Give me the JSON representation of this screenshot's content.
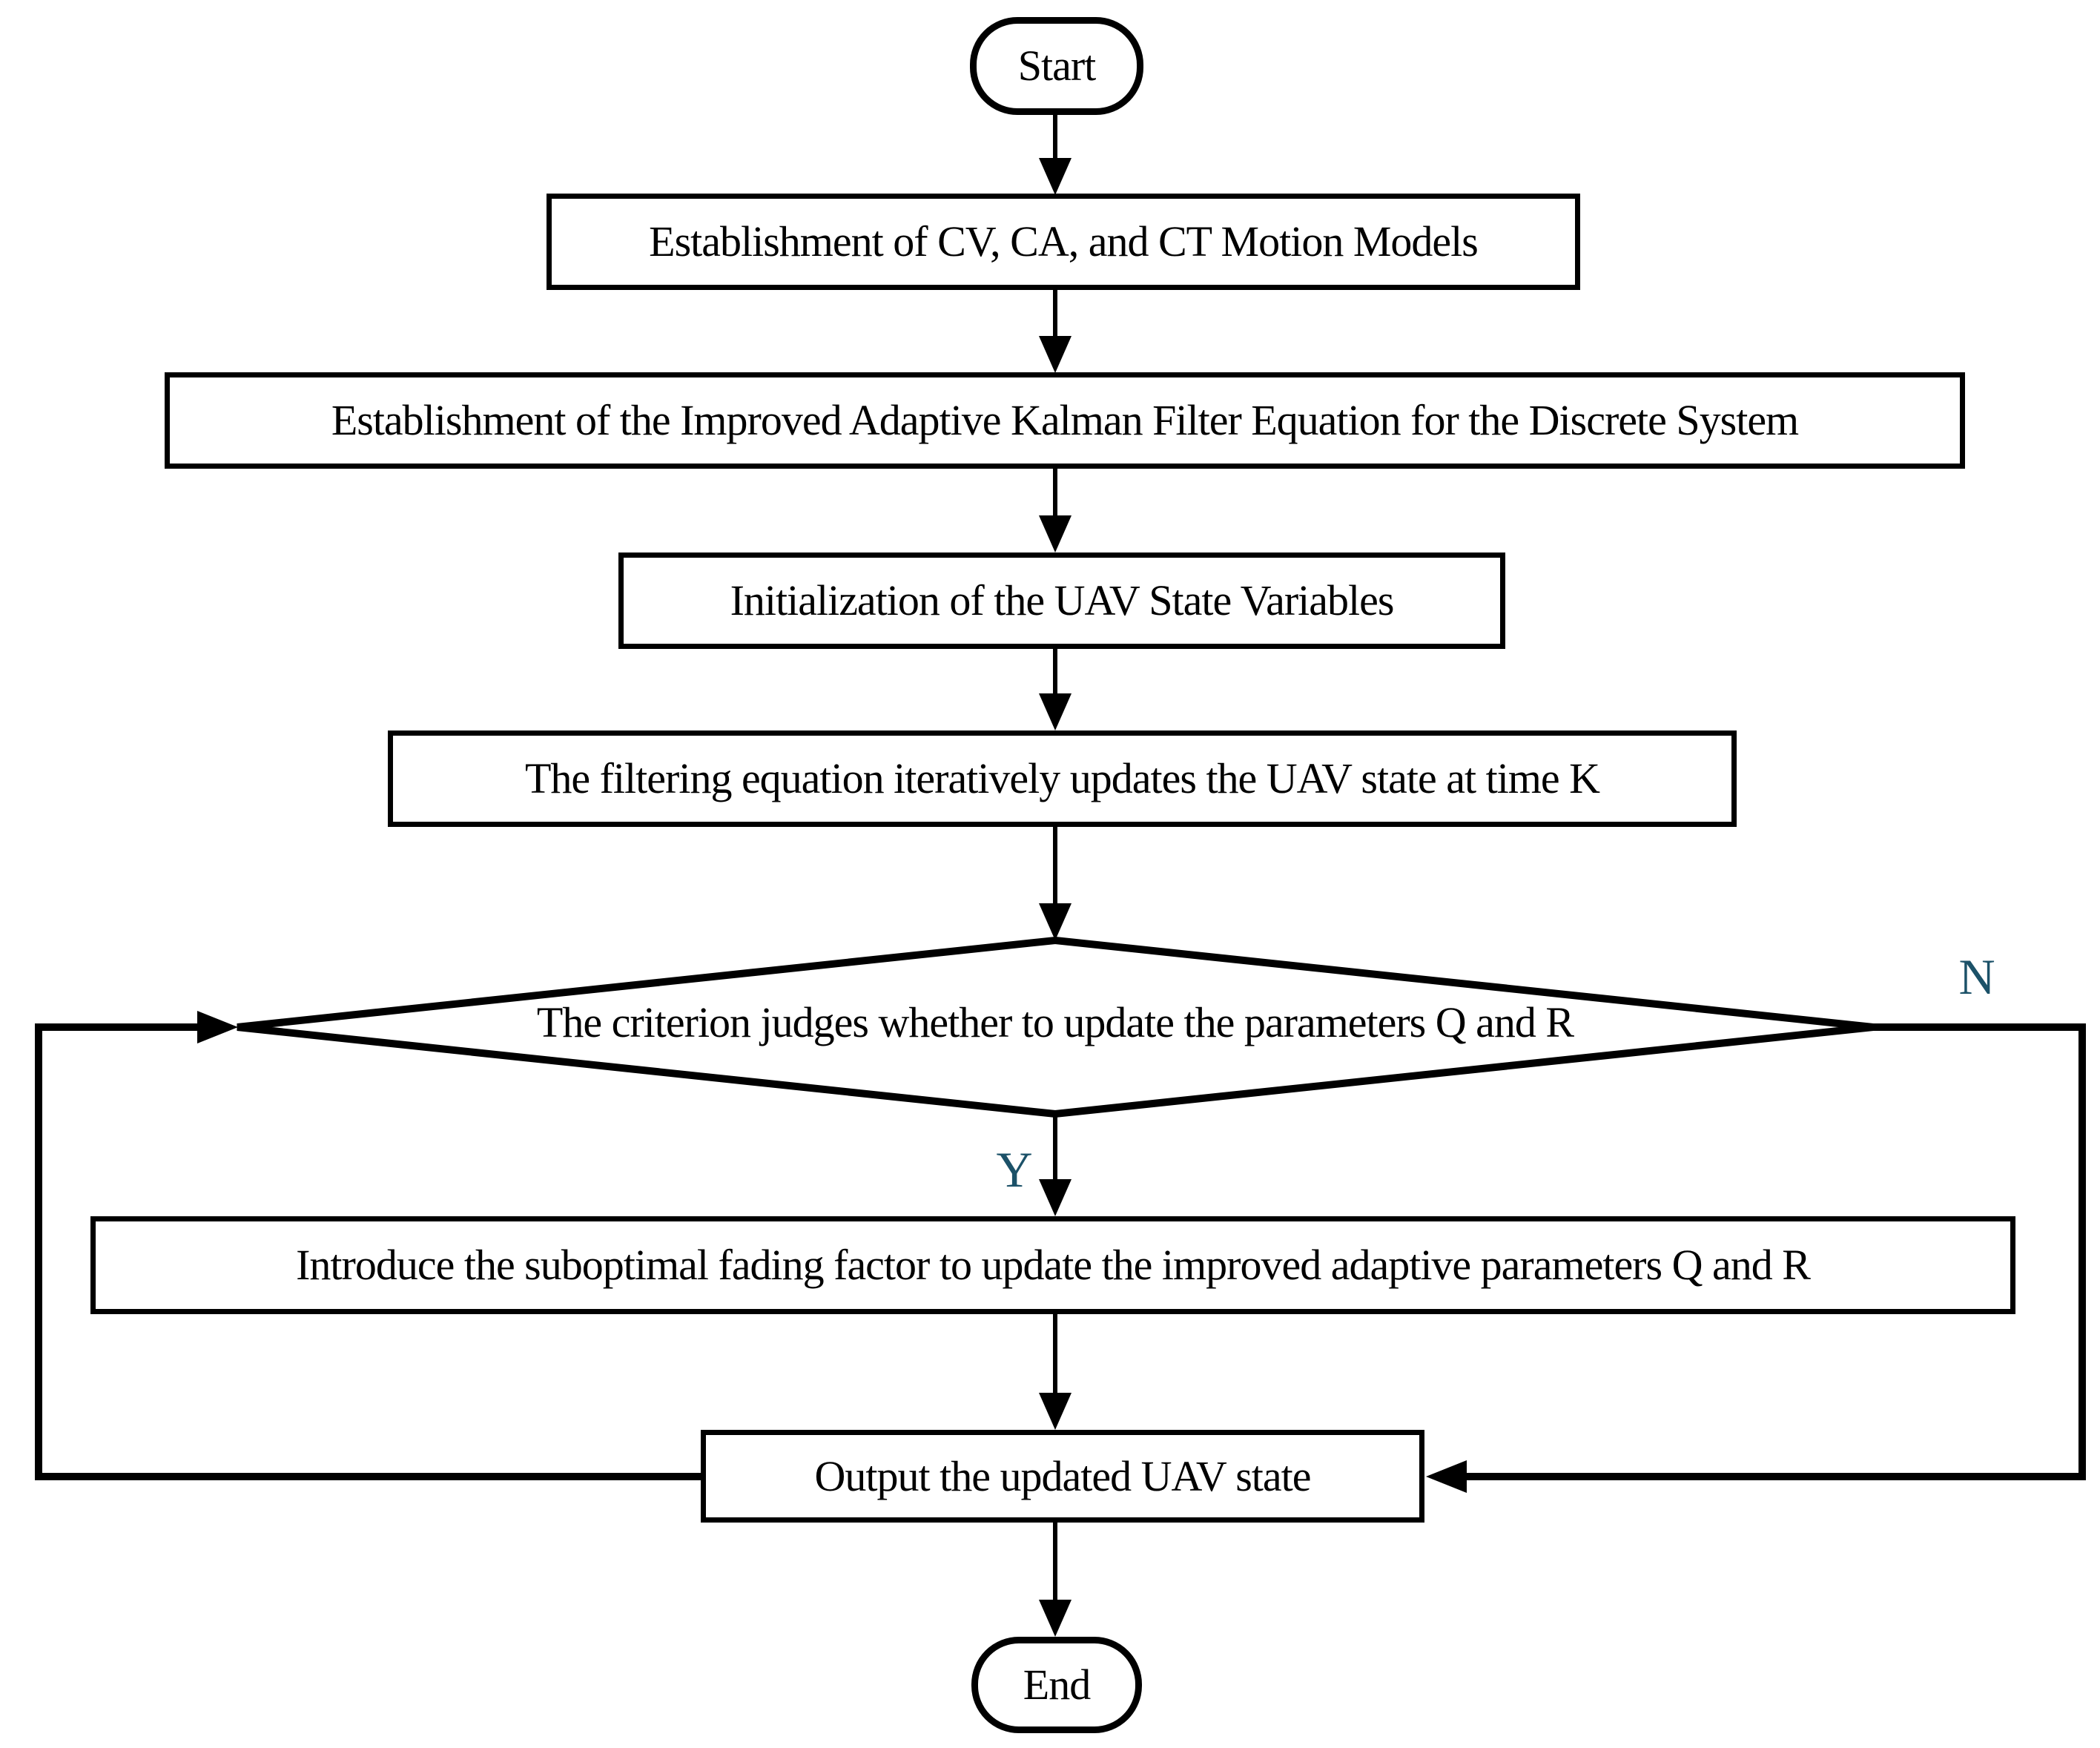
{
  "flowchart": {
    "nodes": {
      "start": {
        "type": "terminator",
        "label": "Start"
      },
      "step1": {
        "type": "process",
        "label": "Establishment of CV, CA, and CT Motion Models"
      },
      "step2": {
        "type": "process",
        "label": "Establishment of the Improved Adaptive Kalman Filter Equation for the Discrete System"
      },
      "step3": {
        "type": "process",
        "label": "Initialization of the UAV State Variables"
      },
      "step4": {
        "type": "process",
        "label": "The filtering equation iteratively updates the UAV state at time K"
      },
      "decision": {
        "type": "decision",
        "label": "The criterion judges whether to update the parameters Q and R"
      },
      "step5": {
        "type": "process",
        "label": "Introduce the suboptimal fading factor to update the improved adaptive parameters Q and R"
      },
      "step6": {
        "type": "process",
        "label": "Output the updated UAV state"
      },
      "end": {
        "type": "terminator",
        "label": "End"
      }
    },
    "edge_labels": {
      "yes": "Y",
      "no": "N"
    },
    "colors": {
      "stroke": "#000000",
      "node_fill": "#ffffff",
      "text": "#000000",
      "edge_label": "#1B5168"
    }
  }
}
